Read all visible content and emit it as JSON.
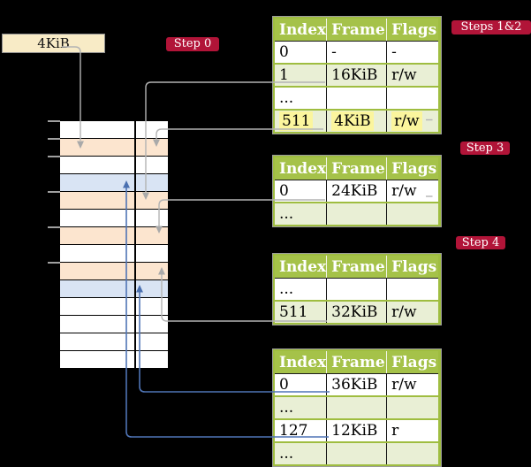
{
  "frame_box": {
    "label": "4KiB"
  },
  "steps": {
    "step0": "Step 0",
    "steps12": "Steps 1&2",
    "step3": "Step 3",
    "step4": "Step 4"
  },
  "tables": [
    {
      "headers": [
        "Index",
        "Frame",
        "Flags"
      ],
      "rows": [
        {
          "index": "0",
          "frame": "-",
          "flags": "-",
          "shaded": false,
          "highlighted": false
        },
        {
          "index": "1",
          "frame": "16KiB",
          "flags": "r/w",
          "shaded": true,
          "highlighted": false
        },
        {
          "index": "...",
          "frame": "",
          "flags": "",
          "shaded": false,
          "highlighted": false
        },
        {
          "index": "511",
          "frame": "4KiB",
          "flags": "r/w",
          "shaded": true,
          "highlighted": true
        }
      ]
    },
    {
      "headers": [
        "Index",
        "Frame",
        "Flags"
      ],
      "rows": [
        {
          "index": "0",
          "frame": "24KiB",
          "flags": "r/w",
          "shaded": false,
          "highlighted": false
        },
        {
          "index": "...",
          "frame": "",
          "flags": "",
          "shaded": true,
          "highlighted": false
        }
      ]
    },
    {
      "headers": [
        "Index",
        "Frame",
        "Flags"
      ],
      "rows": [
        {
          "index": "...",
          "frame": "",
          "flags": "",
          "shaded": false,
          "highlighted": false
        },
        {
          "index": "511",
          "frame": "32KiB",
          "flags": "r/w",
          "shaded": true,
          "highlighted": false
        }
      ]
    },
    {
      "headers": [
        "Index",
        "Frame",
        "Flags"
      ],
      "rows": [
        {
          "index": "0",
          "frame": "36KiB",
          "flags": "r/w",
          "shaded": false,
          "highlighted": false
        },
        {
          "index": "...",
          "frame": "",
          "flags": "",
          "shaded": true,
          "highlighted": false
        },
        {
          "index": "127",
          "frame": "12KiB",
          "flags": "r",
          "shaded": false,
          "highlighted": false
        },
        {
          "index": "...",
          "frame": "",
          "flags": "",
          "shaded": true,
          "highlighted": false
        }
      ]
    }
  ],
  "memory": {
    "rows": [
      "white",
      "peach",
      "white",
      "blue",
      "peach",
      "white",
      "peach",
      "white",
      "peach",
      "blue",
      "white",
      "white",
      "white",
      "white"
    ],
    "tick_row_indices": [
      0,
      1,
      2,
      4,
      6,
      8
    ]
  },
  "colors": {
    "background": "#000000",
    "table_header_green": "#a5c249",
    "table_border_green": "#9fbd40",
    "table_row_green": "#e9efd5",
    "table_outer_gray": "#9b9b9b",
    "header_sep_white": "#f2f5e8",
    "cell_sep_black": "#141414",
    "highlight_yellow": "#fbf59d",
    "step_badge": "#b11438",
    "step_text": "#ffffff",
    "frame_box_bg": "#f8ebc6",
    "frame_box_border": "#8f8f8f",
    "mem_white": "#ffffff",
    "mem_peach": "#fce5cf",
    "mem_blue": "#d9e4f4",
    "gray_line": "#b3b3b3",
    "gray_head": "#a9a9a9",
    "blue_line": "#4f74b5",
    "blue_head": "#4a70b0",
    "tick": "#a0a0a0",
    "text": "#000000",
    "header_text": "#ffffff"
  }
}
